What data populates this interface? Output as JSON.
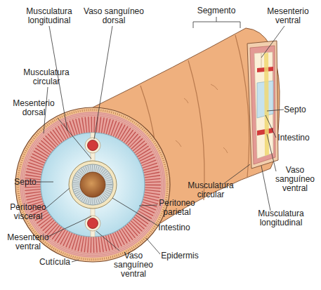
{
  "diagram": {
    "labels": [
      "Musculatura longitudinal",
      "Vaso sanguíneo dorsal",
      "Segmento",
      "Mesenterio ventral",
      "Musculatura circular",
      "Mesenterio dorsal",
      "Septo",
      "Intestino",
      "Septo",
      "Vaso sanguíneo ventral",
      "Musculatura circular",
      "Peritoneo parietal",
      "Peritoneo visceral",
      "Musculatura longitudinal",
      "Intestino",
      "Mesenterio ventral",
      "Cutícula",
      "Vaso sanguíneo ventral",
      "Epidermis"
    ]
  }
}
